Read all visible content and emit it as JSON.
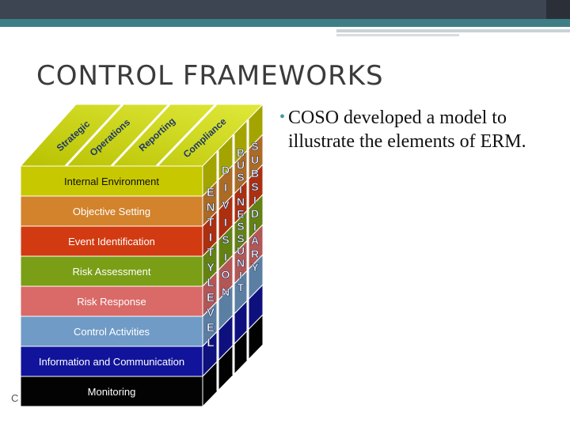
{
  "slide": {
    "title": "CONTROL FRAMEWORKS",
    "bullet_text": "COSO developed a model to illustrate the elements of ERM.",
    "footer_fragment": "C"
  },
  "cube": {
    "top_labels": [
      "Strategic",
      "Operations",
      "Reporting",
      "Compliance"
    ],
    "layers": [
      {
        "label": "Internal Environment",
        "color": "#c8c800"
      },
      {
        "label": "Objective Setting",
        "color": "#d2832c"
      },
      {
        "label": "Event Identification",
        "color": "#d23b12"
      },
      {
        "label": "Risk Assessment",
        "color": "#7a9e16"
      },
      {
        "label": "Risk Response",
        "color": "#d96a68"
      },
      {
        "label": "Control Activities",
        "color": "#6f9bc6"
      },
      {
        "label": "Information and Communication",
        "color": "#11149a"
      },
      {
        "label": "Monitoring",
        "color": "#030303"
      }
    ],
    "side_columns": [
      {
        "label": "ENTITY LEVEL"
      },
      {
        "label": "DIVISION"
      },
      {
        "label": "BUSINESS UNIT"
      },
      {
        "label": "SUBSIDIARY"
      }
    ]
  }
}
